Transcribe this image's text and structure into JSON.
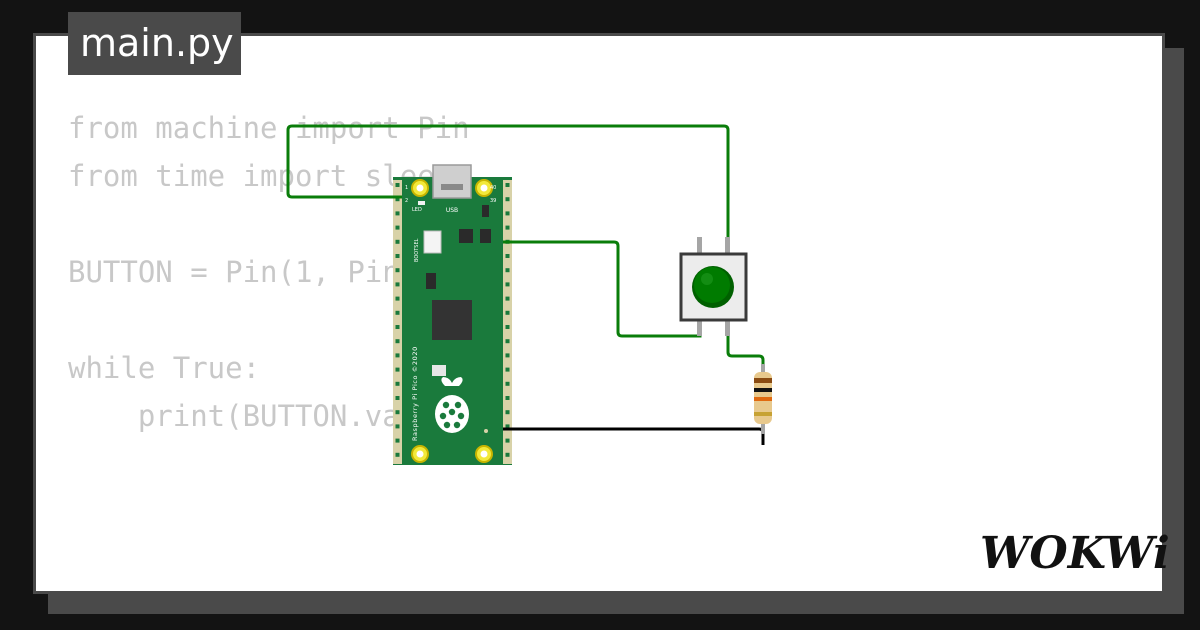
{
  "file_tab": {
    "label": "main.py"
  },
  "code": {
    "lines": [
      "from machine import Pin",
      "from time import sleep",
      "",
      "BUTTON = Pin(1, Pin.IN)",
      "",
      "while True:",
      "    print(BUTTON.value())"
    ]
  },
  "board": {
    "usb_label": "USB",
    "led_label": "LED",
    "bootsel_label": "BOOTSEL",
    "pin1_label": "1",
    "pin2_label": "2",
    "pin39_label": "39",
    "pin40_label": "40",
    "silkscreen": "Raspberry Pi Pico ©2020",
    "pcb_color": "#1a7a3c"
  },
  "button": {
    "color": "#007b00"
  },
  "wires": {
    "signal_color": "#0a7d0a",
    "ground_color": "#000000"
  },
  "logo": {
    "text": "WOKWi"
  }
}
